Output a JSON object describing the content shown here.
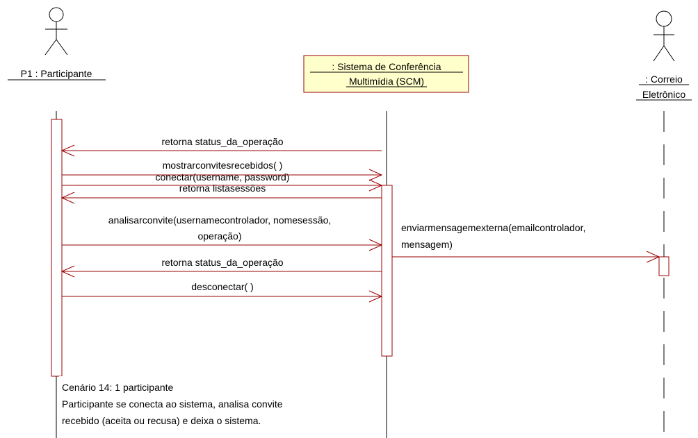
{
  "colors": {
    "line": "#000000",
    "object_box_fill": "#FFFFCC",
    "object_box_border": "#990000",
    "activation_border": "#990000",
    "message_arrow": "#990000"
  },
  "actors": {
    "participant": {
      "label": "P1 : Participante",
      "icon": "stick-figure-icon"
    },
    "email": {
      "label_line1": ": Correio",
      "label_line2": "Eletrônico",
      "icon": "stick-figure-icon"
    }
  },
  "system": {
    "label_line1": ": Sistema de Conferência",
    "label_line2": "Multimídia (SCM)"
  },
  "messages": [
    {
      "label": "conectar(username, password)",
      "direction": "to-system"
    },
    {
      "label": "retorna status_da_operação",
      "direction": "to-participant"
    },
    {
      "label": "mostrarconvitesrecebidos( )",
      "direction": "to-system"
    },
    {
      "label": "retorna listasessões",
      "direction": "to-participant"
    },
    {
      "label_line1": "analisarconvite(usernamecontrolador, nomesessão,",
      "label_line2": "operação)",
      "direction": "to-system"
    },
    {
      "label": "retorna status_da_operação",
      "direction": "to-participant"
    },
    {
      "label": "desconectar( )",
      "direction": "to-system"
    }
  ],
  "external_message": {
    "label_line1": "enviarmensagemexterna(emailcontrolador,",
    "label_line2": "mensagem)",
    "direction": "to-email"
  },
  "note": {
    "line1": "Cenário 14: 1 participante",
    "line2": "Participante se conecta ao sistema, analisa convite",
    "line3": "recebido (aceita ou recusa) e deixa o sistema."
  }
}
